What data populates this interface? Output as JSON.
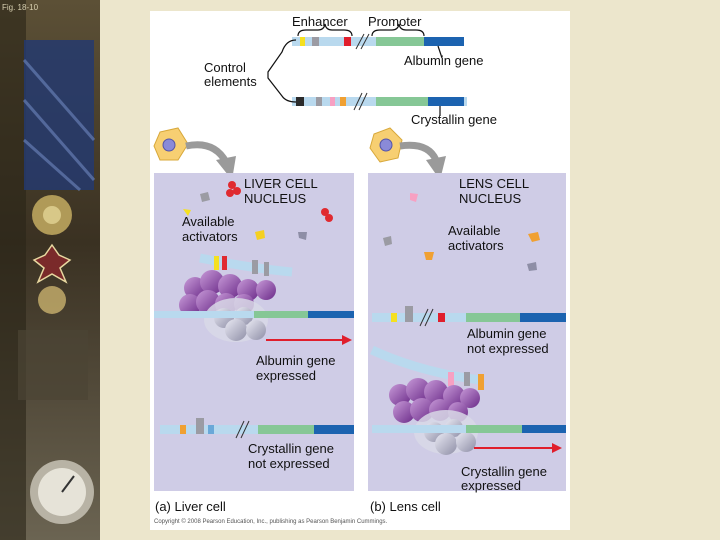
{
  "slide_tag": "Fig. 18-10",
  "labels": {
    "enhancer": "Enhancer",
    "promoter": "Promoter",
    "control_elements_1": "Control",
    "control_elements_2": "elements",
    "albumin_gene": "Albumin gene",
    "crystallin_gene": "Crystallin gene"
  },
  "liver": {
    "nucleus_1": "LIVER CELL",
    "nucleus_2": "NUCLEUS",
    "activators_1": "Available",
    "activators_2": "activators",
    "albumin_1": "Albumin gene",
    "albumin_2": "expressed",
    "crystallin_1": "Crystallin gene",
    "crystallin_2": "not expressed",
    "caption": "(a) Liver cell"
  },
  "lens": {
    "nucleus_1": "LENS CELL",
    "nucleus_2": "NUCLEUS",
    "activators_1": "Available",
    "activators_2": "activators",
    "albumin_1": "Albumin gene",
    "albumin_2": "not expressed",
    "crystallin_1": "Crystallin gene",
    "crystallin_2": "expressed",
    "caption": "(b) Lens cell"
  },
  "copyright": "Copyright © 2008 Pearson Education, Inc., publishing as Pearson Benjamin Cummings.",
  "colors": {
    "background": "#ece6cc",
    "panel": "#ffffff",
    "nucleus": "#cfcce6",
    "dna": "#b9d9ee",
    "gene_green": "#86c796",
    "gene_blue": "#1c63b0",
    "arrow_red": "#e01e2c",
    "cell_body": "#f7cf72"
  }
}
